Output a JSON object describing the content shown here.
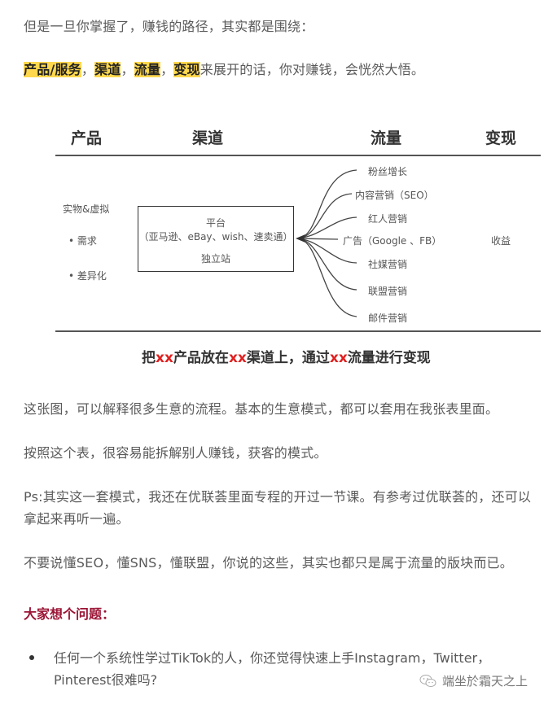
{
  "paragraphs": {
    "intro": "但是一旦你掌握了，赚钱的路径，其实都是围绕：",
    "keywords_line": {
      "k1": "产品/服务",
      "s1": "，",
      "k2": "渠道",
      "s2": "，",
      "k3": "流量",
      "s3": "，",
      "k4": "变现",
      "rest": "来展开的话，你对赚钱，会恍然大悟。"
    },
    "p1": "这张图，可以解释很多生意的流程。基本的生意模式，都可以套用在我张表里面。",
    "p2": "按照这个表，很容易能拆解别人赚钱，获客的模式。",
    "p3_line1": "Ps:其实这一套模式，我还在优联荟里面专程的开过一节课。有参考过优联荟的，还可以",
    "p3_line2": "拿起来再听一遍。",
    "p4": "不要说懂SEO，懂SNS，懂联盟，你说的这些，其实也都只是属于流量的版块而已。",
    "question_heading": "大家想个问题：",
    "bullet_line1": "任何一个系统性学过TikTok的人，你还觉得快速上手Instagram，Twitter，",
    "bullet_line2": "Pinterest很难吗?"
  },
  "diagram": {
    "headers": {
      "product": "产品",
      "channel": "渠道",
      "traffic": "流量",
      "monetize": "变现"
    },
    "product_items": [
      "实物&虚拟",
      "• 需求",
      "• 差异化"
    ],
    "channel_box": {
      "line1": "平台",
      "line2": "（亚马逊、eBay、wish、速卖通）",
      "line3": "独立站"
    },
    "traffic_items": [
      "粉丝增长",
      "内容营销（SEO）",
      "红人营销",
      "广告（Google 、FB）",
      "社媒营销",
      "联盟营销",
      "邮件营销"
    ],
    "monetize_item": "收益",
    "caption": {
      "a": "把",
      "x1": "xx",
      "b": "产品放在",
      "x2": "xx",
      "c": "渠道上，通过",
      "x3": "xx",
      "d": "流量进行变现"
    }
  },
  "colors": {
    "highlight": "#ffd84d",
    "question": "#9b1535",
    "caption_red": "#e02020"
  },
  "watermark": {
    "icon": "wechat-icon",
    "text": "端坐於霜天之上"
  }
}
